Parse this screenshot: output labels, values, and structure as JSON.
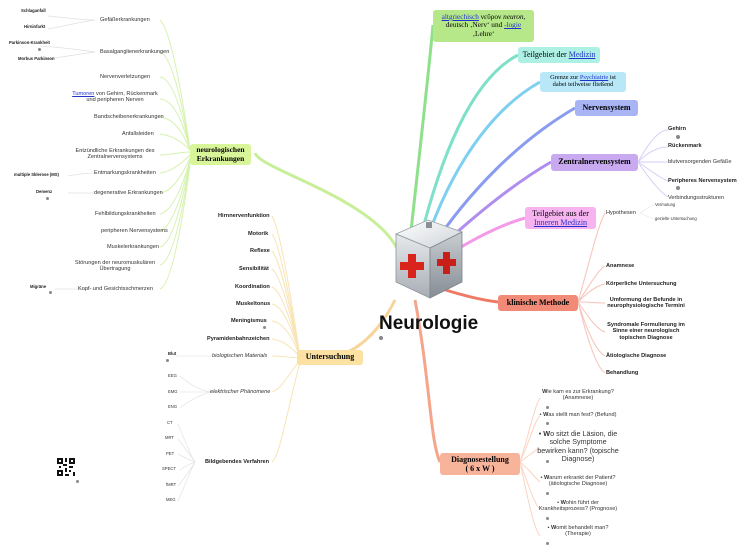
{
  "central": "Neurologie",
  "etymology": {
    "a": "altgriechisch",
    "b": " νεῦρον ",
    "c": "neuron",
    "d": ",",
    "e": "deutsch ‚Nerv‘ und ",
    "f": "-logie",
    "g": "‚Lehre‘"
  },
  "teilgebiet_medizin": {
    "pre": "Teilgebiet der ",
    "link": "Medizin"
  },
  "grenze": {
    "pre": "Grenze zur ",
    "link": "Psychiatrie",
    "post": " ist",
    "line2": "dabei teilweise fließend"
  },
  "nervensystem": "Nervensystem",
  "zns": {
    "label": "Zentralnervensystem",
    "children": [
      "Gehirn",
      "Rückenmark",
      "blutversorgenden Gefäße",
      "Peripheres Nervensystem",
      "Verbindungsstrukturen"
    ]
  },
  "teilgebiet_innere": {
    "line1": "Teilgebiet aus der",
    "link": "Inneren Medizin"
  },
  "klinische": {
    "label": "klinische Methode",
    "hypothesen": "Hypothesen",
    "hyp_children": [
      "Vermutung",
      "gezielte Untersuchung"
    ],
    "children": [
      "Anamnese",
      "Körperliche Untersuchung",
      "Umformung der Befunde in",
      "neurophysiologische Termini",
      "Syndromale Formulierung im",
      "Sinne einer neurologisch",
      "topischen Diagnose",
      "Ätiologische Diagnose",
      "Behandlung"
    ]
  },
  "diagnose": {
    "label1": "Diagnosestellung",
    "label2": "( 6 x W )",
    "items": [
      [
        "Wie kam es zur Erkrankung?",
        "(Anamnese)"
      ],
      [
        "Was stellt man fest? (Befund)"
      ],
      [
        "Wo sitzt die Läsion, die",
        "solche Symptome",
        "bewirken kann? (topische",
        "Diagnose)"
      ],
      [
        "Warum erkrankt der Patient?",
        "(ätiologische Diagnose)"
      ],
      [
        "Wohin führt der",
        "Krankheitsprozess? (Prognose)"
      ],
      [
        "Womit behandelt man?",
        "(Therapie)"
      ]
    ]
  },
  "erkrankungen": {
    "label1": "neurologischen",
    "label2": "Erkrankungen",
    "children": [
      "Gefäßerkrankungen",
      "Basalganglienerkrankungen",
      "Nervenverletzungen",
      "Tumoren",
      "von Gehirn, Rückenmark",
      "und peripheren Nerven",
      "Bandscheibenerkrankungen",
      "Anfallsleiden",
      "Entzündliche Erkrankungen des",
      "Zentralnervensystems",
      "Entmarkungskrankheiten",
      "degenerative Erkrankungen",
      "Fehlbildungskrankheiten",
      "peripheren Nervensystems",
      "Muskelerkrankungen",
      "Störungen der neuromuskulären",
      "Übertragung",
      "Kopf- und Gesichtsschmerzen"
    ],
    "side": [
      "Schlaganfall",
      "Hirninfarkt",
      "Parkinson-Krankheit",
      "Morbus Parkinson",
      "multiple Sklerose (MS)",
      "Demenz",
      "Migräne"
    ]
  },
  "untersuchung": {
    "label": "Untersuchung",
    "children": [
      "Hirnnervenfunktion",
      "Motorik",
      "Reflexe",
      "Sensibilität",
      "Koordination",
      "Muskeltonus",
      "Meningismus",
      "Pyramidenbahnzeichen"
    ],
    "biologisch": "biologischen Materials",
    "blut": "Blut",
    "elektrisch": "elektrischer Phänomene",
    "elektro": [
      "EEG",
      "EMG",
      "ENG"
    ],
    "bildgebend": "Bildgebendes Verfahren",
    "bild": [
      "CT",
      "MRT",
      "PET",
      "SPECT",
      "fMRT",
      "MEG"
    ]
  },
  "colors": {
    "green": "#b6e88a",
    "teal": "#aef0e4",
    "cyan": "#b8e8f8",
    "blue": "#a9b4f5",
    "purple": "#c9a9f0",
    "pink": "#f6b3f0",
    "red": "#f28a78",
    "salmon": "#f8b49a",
    "lime": "#d9f59a",
    "yellow": "#fbe1a2"
  }
}
